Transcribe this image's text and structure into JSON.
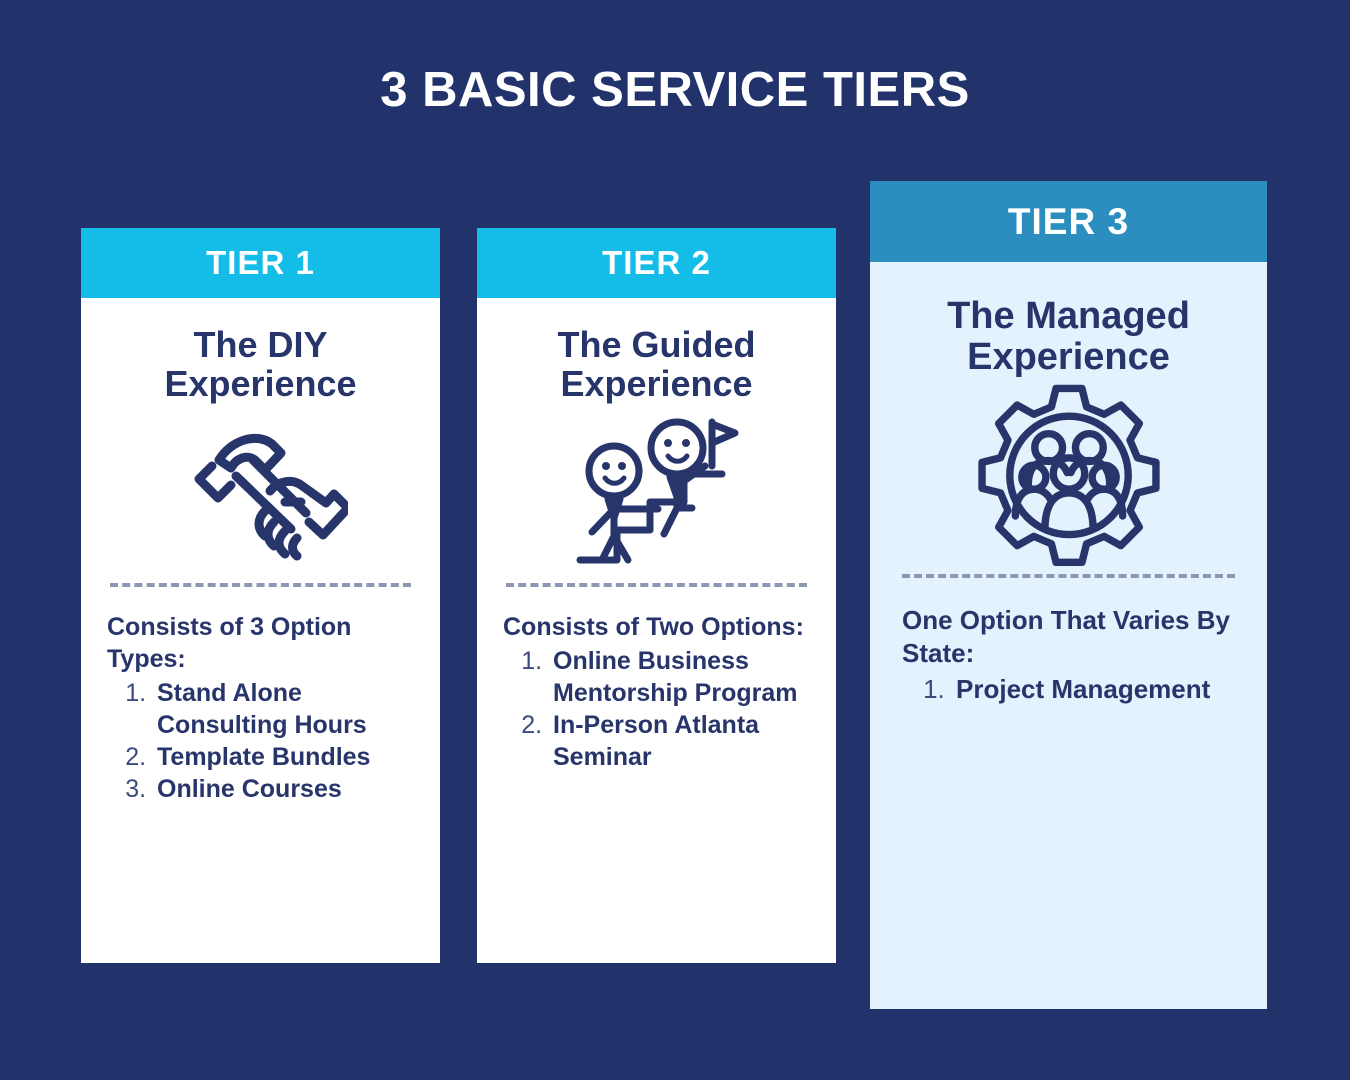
{
  "page": {
    "title": "3 BASIC SERVICE TIERS",
    "background_color": "#22336B"
  },
  "colors": {
    "background": "#22336B",
    "tier1_header": "#14BCE8",
    "tier2_header": "#14BCE8",
    "tier3_header": "#2B8EBF",
    "card_white": "#FFFFFF",
    "card_light_blue": "#E3F2FD",
    "navy_text": "#27356B",
    "divider": "#8D97B4",
    "header_text": "#FFFFFF"
  },
  "cards": [
    {
      "header": "TIER 1",
      "subtitle": "The DIY Experience",
      "icon": "hammer-handshake-icon",
      "lead": "Consists of 3 Option Types:",
      "items": [
        "Stand Alone Consulting Hours",
        "Template Bundles",
        "Online Courses"
      ]
    },
    {
      "header": "TIER 2",
      "subtitle": "The Guided Experience",
      "icon": "mentor-stairs-icon",
      "lead": "Consists of Two Options:",
      "items": [
        "Online Business Mentorship Program",
        "In-Person Atlanta Seminar"
      ]
    },
    {
      "header": "TIER 3",
      "subtitle": "The Managed Experience",
      "icon": "gear-team-icon",
      "lead": "One Option That Varies By State:",
      "items": [
        "Project Management"
      ]
    }
  ]
}
